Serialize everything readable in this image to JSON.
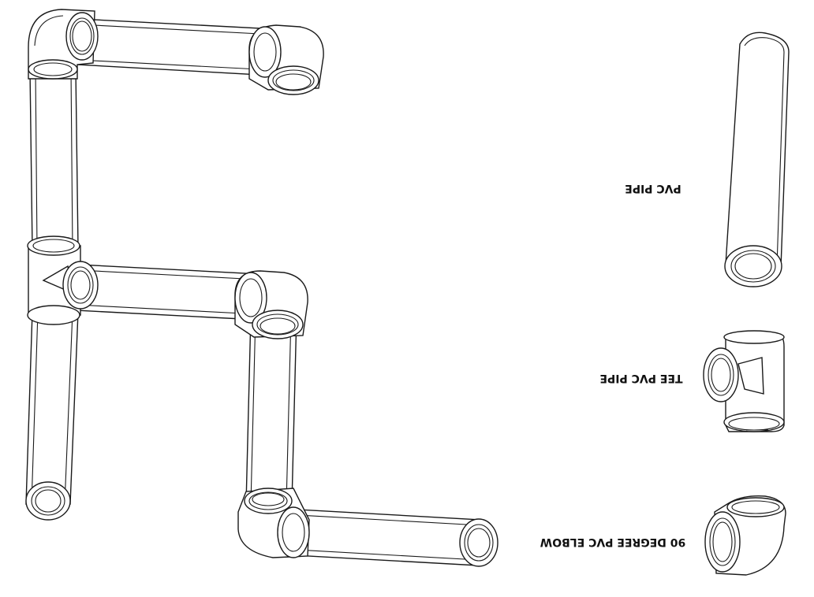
{
  "diagram": {
    "labels": {
      "pipe": "PVC PIPE",
      "tee": "TEE PVC PIPE",
      "elbow": "90 DEGREE PVC ELBOW"
    },
    "orientation": "rotated-180",
    "line_color": "#1a1a1a",
    "background": "#ffffff"
  }
}
